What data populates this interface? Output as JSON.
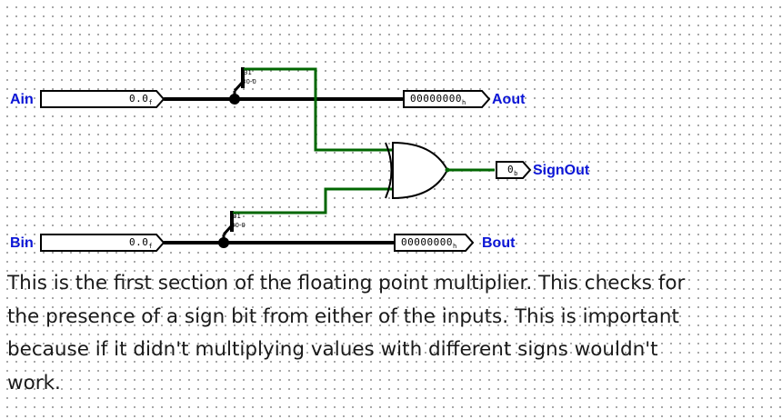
{
  "inputs": {
    "a": {
      "label": "Ain",
      "value": "0.0",
      "radix": "f"
    },
    "b": {
      "label": "Bin",
      "value": "0.0",
      "radix": "f"
    }
  },
  "outputs": {
    "a": {
      "label": "Aout",
      "value": "00000000",
      "radix": "h"
    },
    "b": {
      "label": "Bout",
      "value": "00000000",
      "radix": "h"
    },
    "sign": {
      "label": "SignOut",
      "value": "0",
      "radix": "b"
    }
  },
  "splitters": {
    "a": {
      "msb_label": "31",
      "rest_label": "30-0"
    },
    "b": {
      "msb_label": "31",
      "rest_label": "30-0"
    }
  },
  "gate": {
    "type": "XOR"
  },
  "description": "This is the first section of the floating point multiplier. This checks for the presence of a sign bit from either of the inputs. This is important because if it didn't multiplying values with different signs wouldn't work.",
  "colors": {
    "wire_bus": "#000000",
    "wire_bit": "#006600",
    "pin_label": "#0b15d6",
    "grid_dot": "#9a9a9a"
  }
}
